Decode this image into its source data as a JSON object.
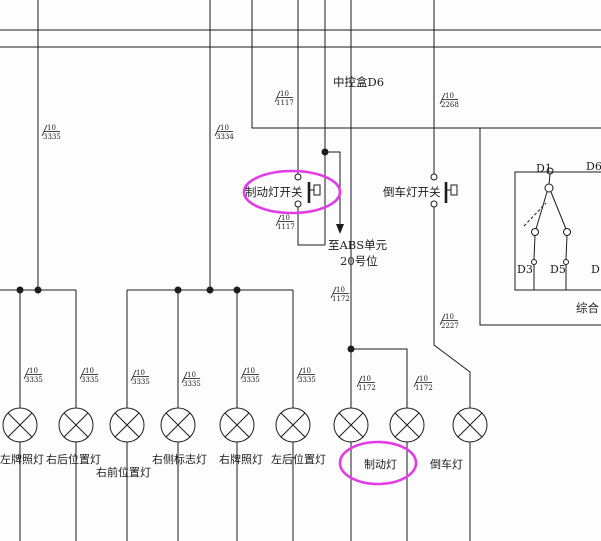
{
  "controller": {
    "label": "中控盒D6"
  },
  "switches": {
    "brake": {
      "label": "制动灯开关"
    },
    "reverse": {
      "label": "倒车灯开关"
    }
  },
  "abs_note": {
    "line1": "至ABS单元",
    "line2": "20号位"
  },
  "wires": {
    "w1117_top": {
      "gauge": "10",
      "code": "1117"
    },
    "w2268": {
      "gauge": "10",
      "code": "2268"
    },
    "w3335_feed": {
      "gauge": "10",
      "code": "3335"
    },
    "w3334_feed": {
      "gauge": "10",
      "code": "3334"
    },
    "w1117_bottom": {
      "gauge": "10",
      "code": "1117"
    },
    "w1172_mid": {
      "gauge": "10",
      "code": "1172"
    },
    "w2227": {
      "gauge": "10",
      "code": "2227"
    }
  },
  "lamp_wires": [
    {
      "gauge": "10",
      "code": "3335"
    },
    {
      "gauge": "10",
      "code": "3335"
    },
    {
      "gauge": "10",
      "code": "3335"
    },
    {
      "gauge": "10",
      "code": "3335"
    },
    {
      "gauge": "10",
      "code": "3335"
    },
    {
      "gauge": "10",
      "code": "3335"
    },
    {
      "gauge": "10",
      "code": "1172"
    },
    {
      "gauge": "10",
      "code": "1172"
    }
  ],
  "lamps": [
    {
      "label": "左牌照灯"
    },
    {
      "label": "右后位置灯"
    },
    {
      "label": "右前位置灯"
    },
    {
      "label": "右侧标志灯"
    },
    {
      "label": "右牌照灯"
    },
    {
      "label": "左后位置灯"
    },
    {
      "label": "制动灯"
    },
    {
      "label": "倒车灯"
    }
  ],
  "combination_switch": {
    "pins": {
      "d1": "D1",
      "d6": "D6",
      "d3": "D3",
      "d5": "D5",
      "d_partial": "D"
    },
    "label": "综合"
  },
  "colors": {
    "line": "#1c1c1c",
    "highlight": "#e23ce6",
    "background": "#fdfdfd"
  }
}
